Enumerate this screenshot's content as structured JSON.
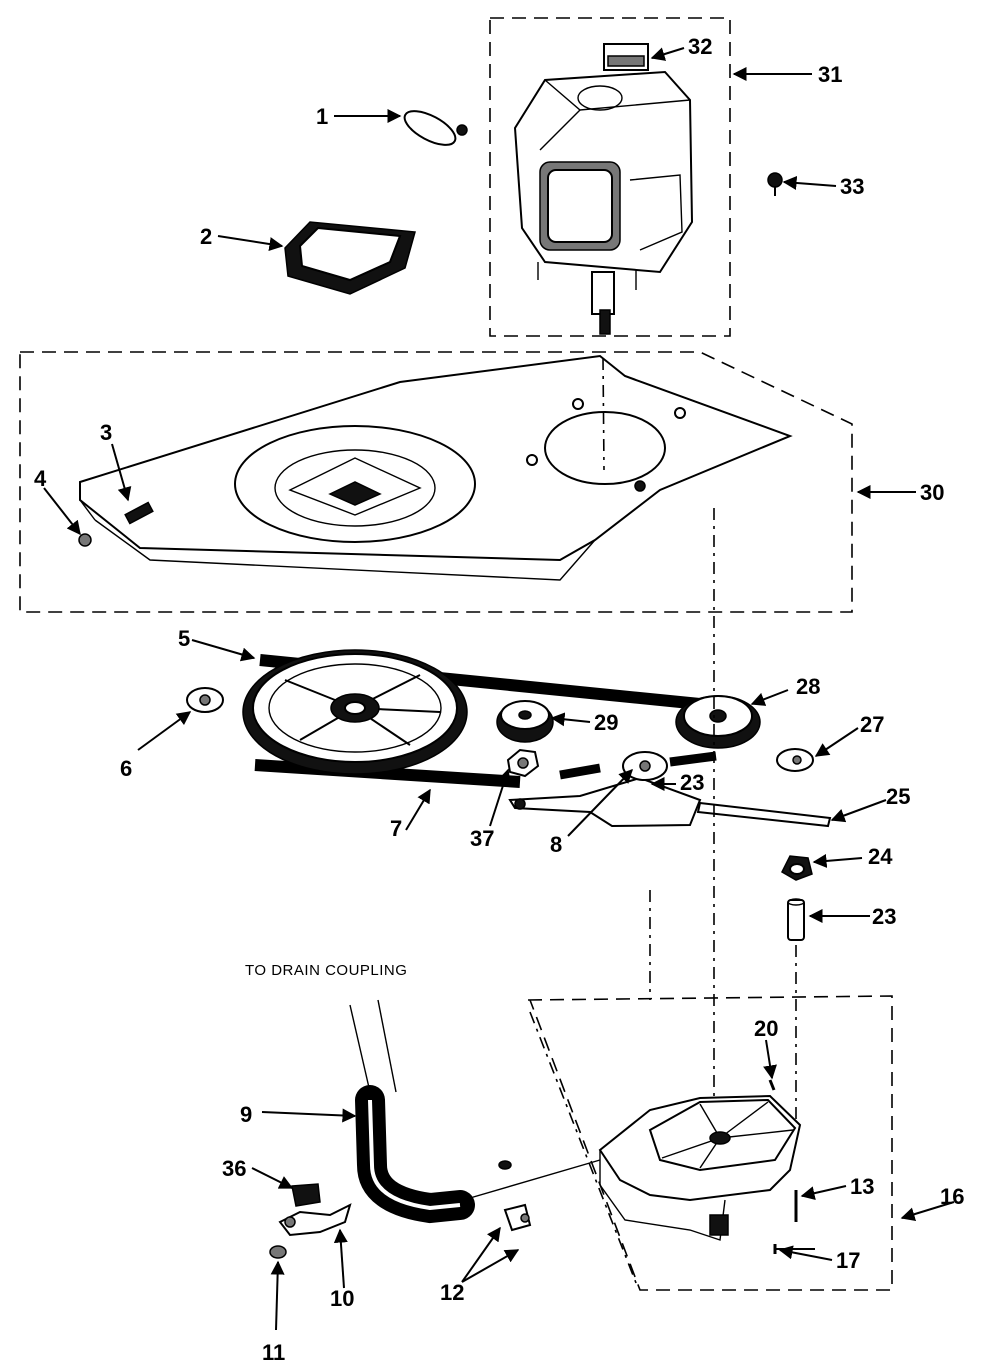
{
  "caption": "TO DRAIN COUPLING",
  "callouts": [
    "1",
    "2",
    "3",
    "4",
    "5",
    "6",
    "7",
    "37",
    "8",
    "9",
    "36",
    "10",
    "11",
    "12",
    "13",
    "16",
    "17",
    "20",
    "23",
    "23",
    "24",
    "25",
    "27",
    "28",
    "29",
    "30",
    "31",
    "32",
    "33"
  ]
}
